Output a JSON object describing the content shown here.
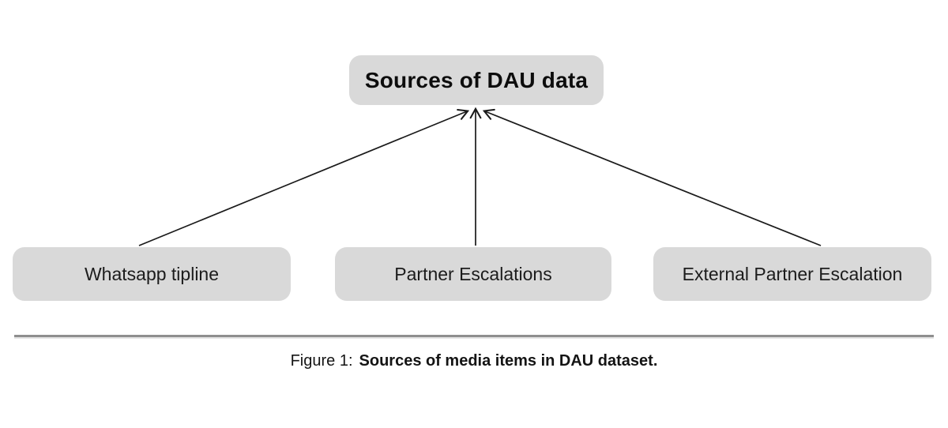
{
  "figure": {
    "root_label": "Sources of DAU data",
    "children": [
      {
        "label": "Whatsapp tipline"
      },
      {
        "label": "Partner Escalations"
      },
      {
        "label": "External Partner Escalation"
      }
    ],
    "colors": {
      "box_fill": "#d9d9d9",
      "arrow": "#1a1a1a",
      "rule": "#8f8f8f"
    }
  },
  "caption": {
    "prefix": "Figure 1:",
    "title": "Sources of media items in DAU dataset."
  }
}
